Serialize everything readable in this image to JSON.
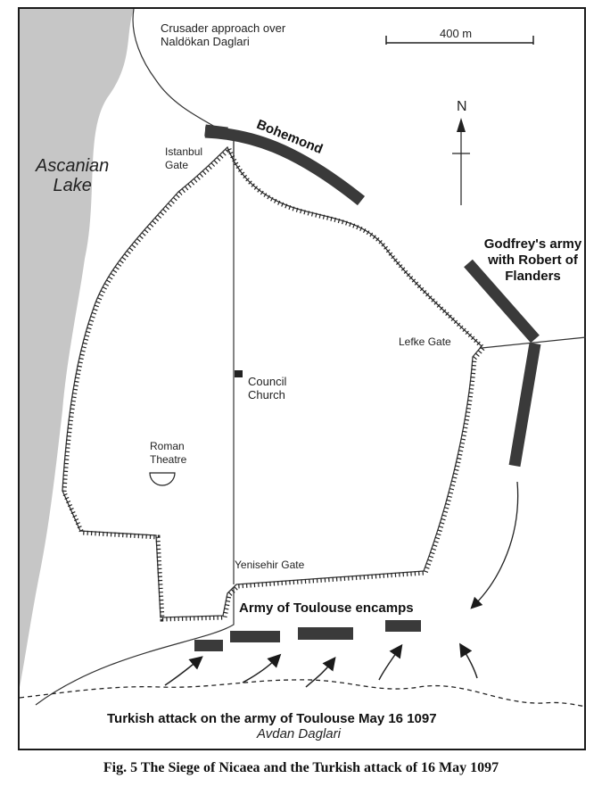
{
  "labels": {
    "crusader_approach": "Crusader approach over\nNaldökan Daglari",
    "scale": "400 m",
    "north": "N",
    "lake": "Ascanian\nLake",
    "istanbul_gate": "Istanbul\nGate",
    "bohemond": "Bohemond",
    "godfrey": "Godfrey's army\nwith Robert of\nFlanders",
    "lefke_gate": "Lefke Gate",
    "council_church": "Council\nChurch",
    "roman_theatre": "Roman\nTheatre",
    "yenisehir_gate": "Yenisehir Gate",
    "toulouse_camp": "Army of Toulouse encamps",
    "turkish_attack": "Turkish attack on the army of Toulouse May 16 1097",
    "avdan": "Avdan Daglari"
  },
  "caption": "Fig. 5   The Siege of Nicaea and the Turkish attack of 16 May 1097",
  "colors": {
    "lake": "#c8c8c8",
    "army": "#3a3a3a",
    "ink": "#1a1a1a"
  }
}
